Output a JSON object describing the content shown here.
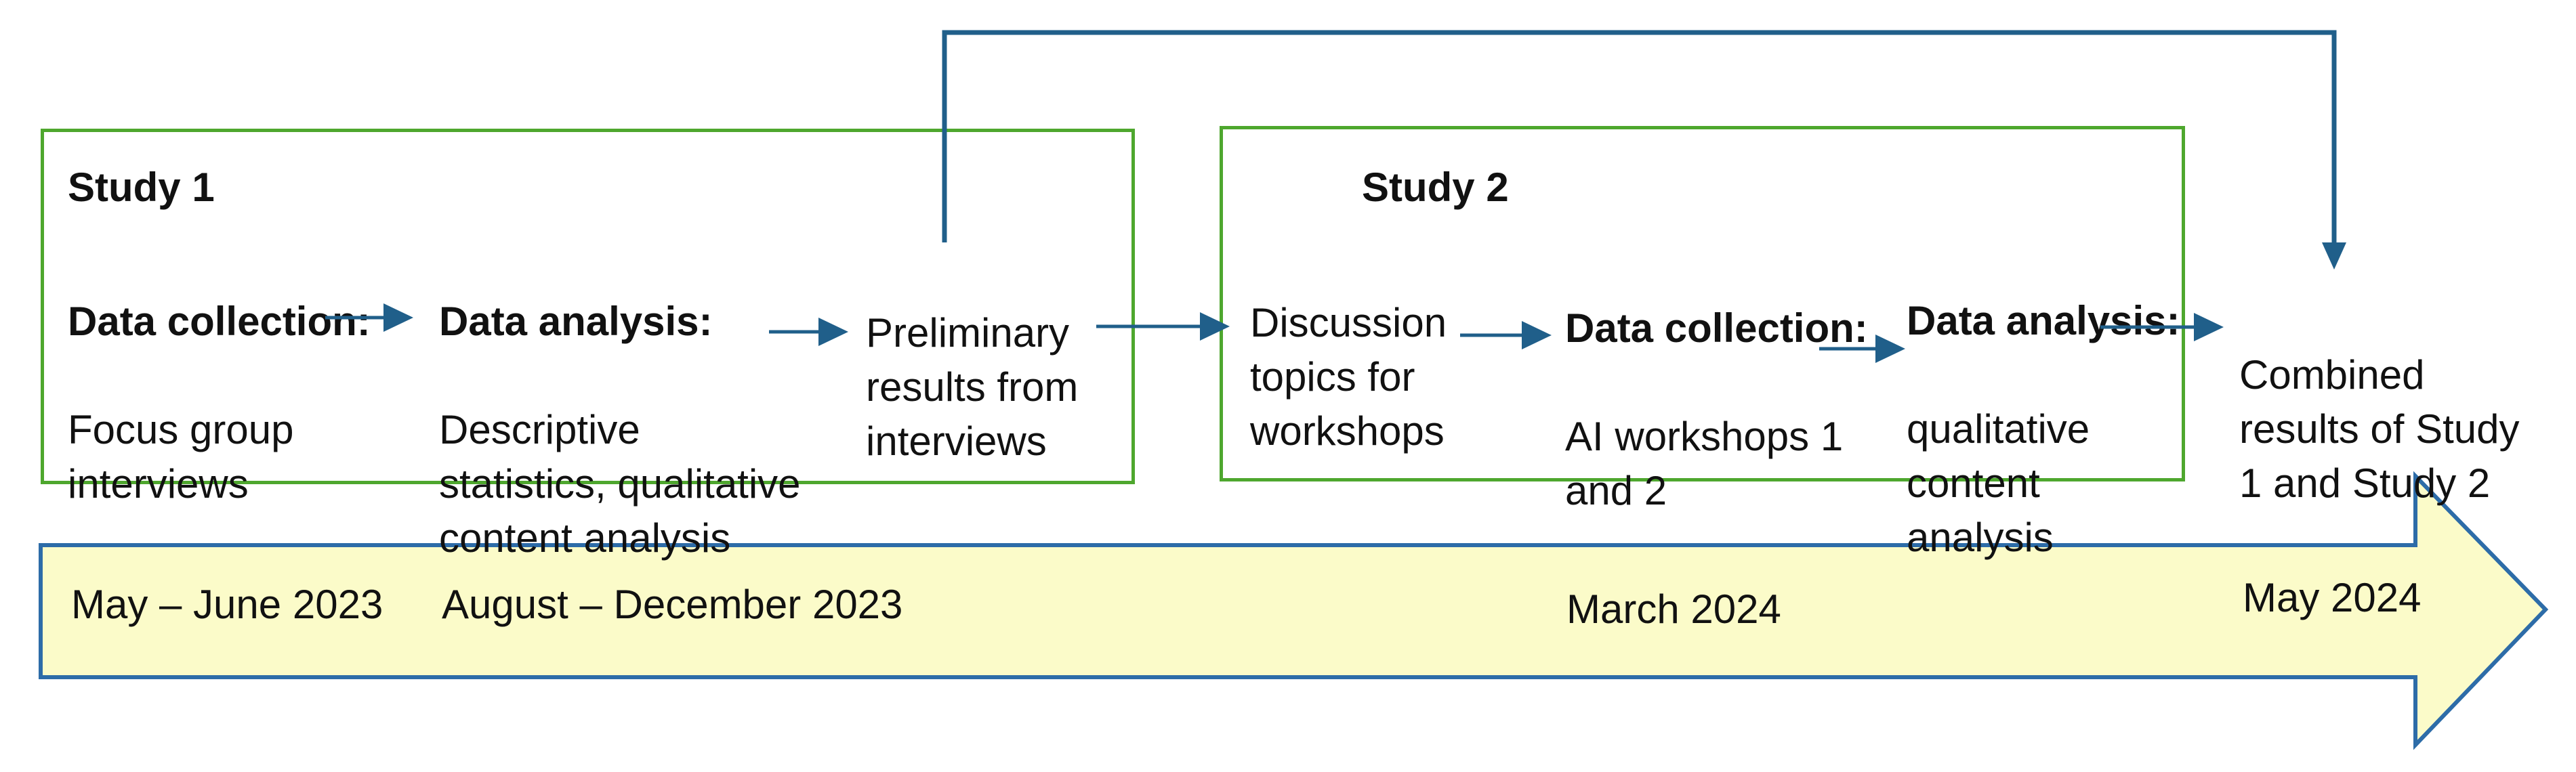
{
  "study1": {
    "title": "Study 1",
    "data_collection_heading": "Data collection:",
    "data_collection_body": "Focus group\ninterviews",
    "data_analysis_heading": "Data analysis:",
    "data_analysis_body": "Descriptive\nstatistics, qualitative\ncontent analysis",
    "preliminary_results": "Preliminary\nresults from\ninterviews"
  },
  "study2": {
    "title": "Study 2",
    "discussion_topics": "Discussion\ntopics for\nworkshops",
    "data_collection_heading": "Data collection:",
    "data_collection_body": "AI workshops 1\nand 2",
    "data_analysis_heading": "Data analysis:",
    "data_analysis_body": "qualitative\ncontent\nanalysis"
  },
  "combined_results": "Combined\nresults of Study\n1 and Study 2",
  "timeline": {
    "dates": [
      {
        "label": "May – June 2023"
      },
      {
        "label": "August – December 2023"
      },
      {
        "label": "March 2024"
      },
      {
        "label": "May 2024"
      }
    ]
  },
  "colors": {
    "box_border_green": "#4EA72E",
    "connector_blue": "#205F8A",
    "timeline_border_blue": "#2D6CA8",
    "timeline_fill_yellow": "#FBFBC9",
    "text": "#111111"
  }
}
